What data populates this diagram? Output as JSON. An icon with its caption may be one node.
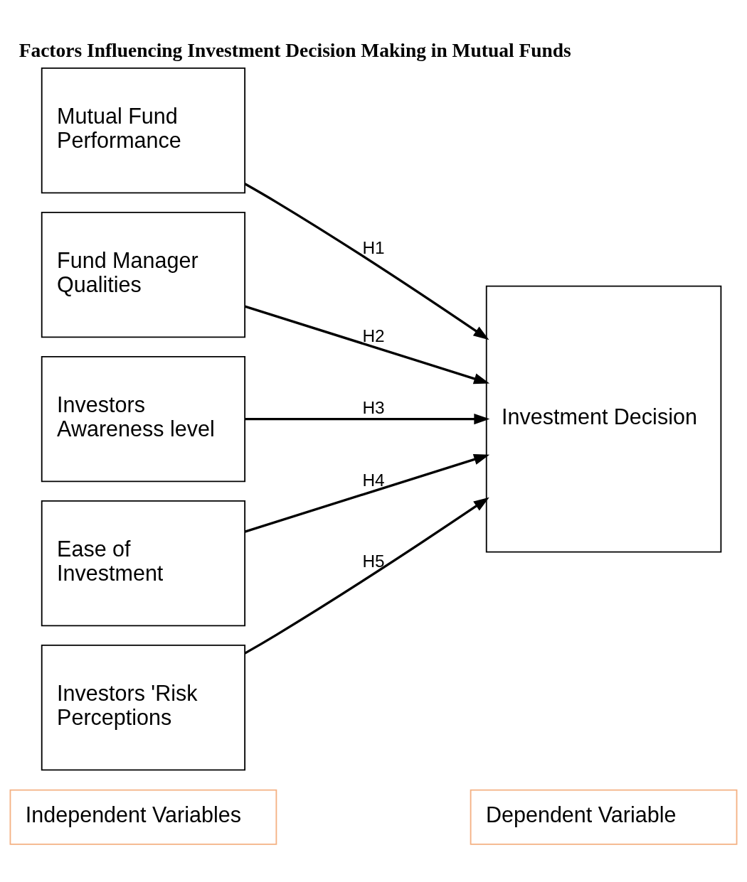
{
  "diagram": {
    "title": "Factors Influencing Investment Decision Making in Mutual Funds",
    "nodes": [
      {
        "text": [
          "Independent Variables"
        ]
      },
      {
        "text": [
          "Dependent Variable"
        ]
      },
      {
        "text": [
          "Mutual Fund Performance"
        ]
      },
      {
        "text": [
          "Fund Manager Qualities"
        ]
      },
      {
        "text": [
          "Investors Awareness level"
        ]
      },
      {
        "text": [
          "Ease of Investment"
        ]
      },
      {
        "text": [
          "Investors 'Risk Perceptions"
        ]
      },
      {
        "text": [
          "Investment Decision"
        ]
      }
    ],
    "edges": [
      {
        "from": 2,
        "to": 7,
        "arrow": "to",
        "label": "H1"
      },
      {
        "from": 3,
        "to": 7,
        "arrow": "to",
        "label": "H2"
      },
      {
        "from": 4,
        "to": 7,
        "arrow": "to",
        "label": "H3"
      },
      {
        "from": 5,
        "to": 7,
        "arrow": "to",
        "label": "H4"
      },
      {
        "from": 6,
        "to": 7,
        "arrow": "to",
        "label": "H5"
      }
    ]
  }
}
